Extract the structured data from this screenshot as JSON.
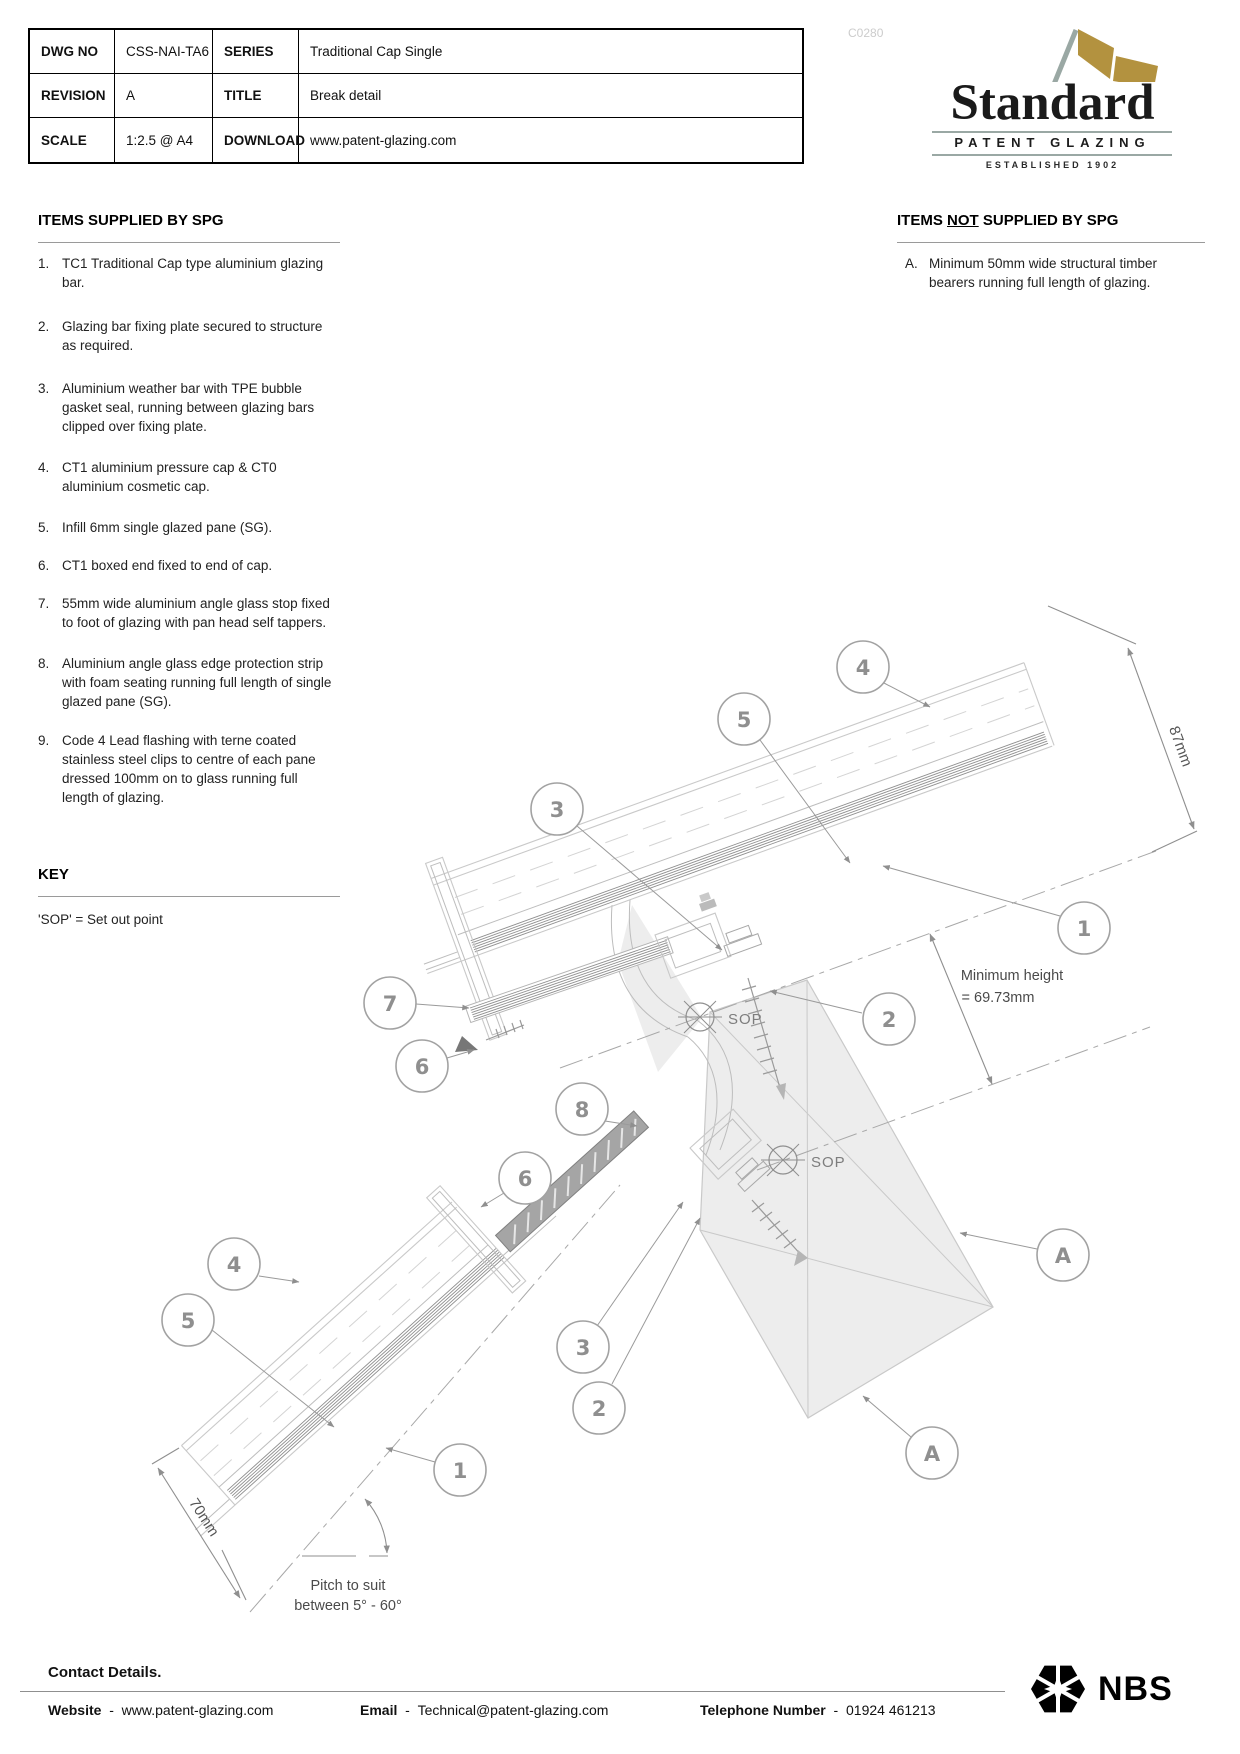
{
  "header": {
    "watermark": "C0280",
    "table": {
      "rows": [
        {
          "label1": "DWG NO",
          "value1": "CSS-NAI-TA6",
          "label2": "SERIES",
          "value2": "Traditional Cap Single"
        },
        {
          "label1": "REVISION",
          "value1": "A",
          "label2": "TITLE",
          "value2": "Break detail"
        },
        {
          "label1": "SCALE",
          "value1": "1:2.5 @ A4",
          "label2": "DOWNLOAD",
          "value2": "www.patent-glazing.com"
        }
      ]
    },
    "logo": {
      "name": "Standard",
      "subtitle": "PATENT GLAZING",
      "established": "ESTABLISHED 1902",
      "flag_gold": "#b3923f",
      "rule_gray": "#9aa8a4"
    }
  },
  "supplied": {
    "title": "ITEMS SUPPLIED BY SPG",
    "items": [
      {
        "num": "1.",
        "text": "TC1 Traditional Cap type aluminium glazing\nbar."
      },
      {
        "num": "2.",
        "text": "Glazing bar fixing plate secured to structure\nas required."
      },
      {
        "num": "3.",
        "text": "Aluminium weather bar with TPE bubble\ngasket seal, running between glazing bars\nclipped over fixing plate."
      },
      {
        "num": "4.",
        "text": "CT1 aluminium pressure cap & CT0\naluminium cosmetic cap."
      },
      {
        "num": "5.",
        "text": "Infill 6mm single glazed pane (SG)."
      },
      {
        "num": "6.",
        "text": "CT1 boxed end fixed to end of cap."
      },
      {
        "num": "7.",
        "text": "55mm wide aluminium angle glass stop fixed\nto foot of glazing with pan head self tappers."
      },
      {
        "num": "8.",
        "text": "Aluminium angle glass edge protection strip\nwith foam seating running full length of single\nglazed pane (SG)."
      },
      {
        "num": "9.",
        "text": "Code 4 Lead flashing with terne coated\nstainless steel clips to centre of each pane\ndressed 100mm on to glass running full\nlength of glazing."
      }
    ]
  },
  "not_supplied": {
    "title_prefix": "ITEMS ",
    "title_not": "NOT",
    "title_suffix": " SUPPLIED BY SPG",
    "items": [
      {
        "num": "A.",
        "text": "Minimum 50mm wide structural timber\nbearers running full length of glazing."
      }
    ]
  },
  "key": {
    "title": "KEY",
    "text": "'SOP' = Set out point"
  },
  "drawing": {
    "labels": {
      "sop": "SOP",
      "min_height_1": "Minimum height",
      "min_height_2": "= 69.73mm",
      "dim_87": "87mm",
      "dim_70": "70mm",
      "pitch_1": "Pitch to suit",
      "pitch_2": "between 5° - 60°"
    },
    "balloons": {
      "u4": "4",
      "u5": "5",
      "u3": "3",
      "u1": "1",
      "u2": "2",
      "u7": "7",
      "u6": "6",
      "l8": "8",
      "l6": "6",
      "l4": "4",
      "l5": "5",
      "l3": "3",
      "l2": "2",
      "l1": "1",
      "a1": "A",
      "a2": "A"
    }
  },
  "footer": {
    "title": "Contact Details.",
    "sep": "-",
    "website_label": "Website",
    "website_value": "www.patent-glazing.com",
    "email_label": "Email",
    "email_value": "Technical@patent-glazing.com",
    "phone_label": "Telephone Number",
    "phone_value": "01924 461213",
    "nbs": "NBS"
  }
}
